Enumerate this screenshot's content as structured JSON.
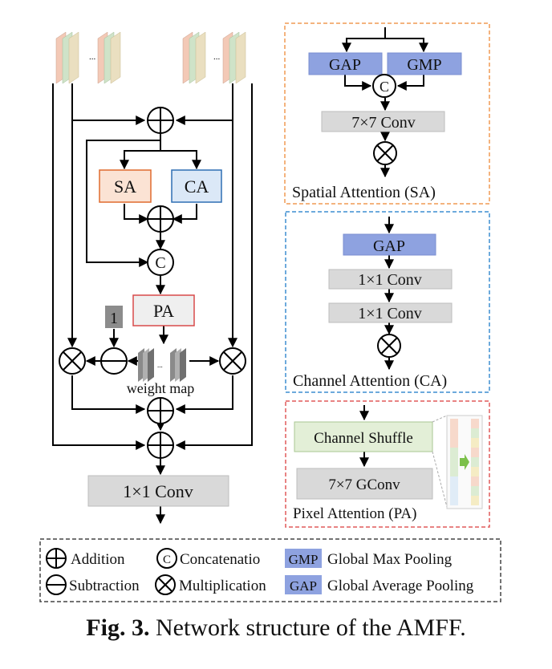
{
  "main": {
    "nodes": {
      "sa": "SA",
      "ca": "CA",
      "pa": "PA",
      "one": "1",
      "concat": "C",
      "weight_map": "weight map",
      "final_conv": "1×1 Conv",
      "dots": "..."
    }
  },
  "spatial_attention": {
    "gap": "GAP",
    "gmp": "GMP",
    "concat": "C",
    "conv": "7×7 Conv",
    "title": "Spatial Attention (SA)"
  },
  "channel_attention": {
    "gap": "GAP",
    "conv1": "1×1 Conv",
    "conv2": "1×1 Conv",
    "title": "Channel Attention (CA)"
  },
  "pixel_attention": {
    "shuffle": "Channel Shuffle",
    "gconv": "7×7 GConv",
    "title": "Pixel Attention (PA)"
  },
  "legend": {
    "addition": "Addition",
    "concat_symbol": "C",
    "concatenation": "Concatenatio",
    "gmp_badge": "GMP",
    "gmp_text": "Global Max Pooling",
    "subtraction": "Subtraction",
    "multiplication": "Multiplication",
    "gap_badge": "GAP",
    "gap_text": "Global Average Pooling"
  },
  "caption": {
    "label": "Fig. 3.",
    "text": " Network structure of the AMFF."
  },
  "colors": {
    "sa_fill": "#fbe3d4",
    "sa_stroke": "#e06b2e",
    "ca_fill": "#dbe8f7",
    "ca_stroke": "#2f6fb4",
    "pa_fill": "#efefef",
    "pa_stroke": "#d94a4a",
    "pool_fill": "#8ea2e0",
    "conv_fill": "#d9d9d9",
    "shuffle_fill": "#e3efd7",
    "sa_border": "#f09a54",
    "ca_border": "#3d8ed0",
    "pa_border": "#e05a5a"
  }
}
